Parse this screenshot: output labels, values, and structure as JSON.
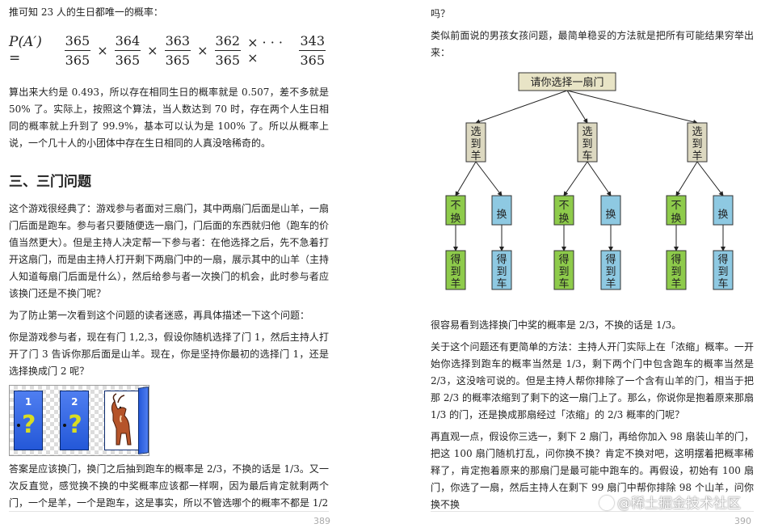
{
  "left_page": {
    "intro": "推可知 23 人的生日都唯一的概率：",
    "formula": {
      "lhs": "P(A′) =",
      "fractions": [
        {
          "num": "365",
          "den": "365"
        },
        {
          "num": "364",
          "den": "365"
        },
        {
          "num": "363",
          "den": "365"
        },
        {
          "num": "362",
          "den": "365"
        },
        {
          "num": "343",
          "den": "365"
        }
      ],
      "times": "×",
      "ellipsis": "× · · · ×"
    },
    "para1": "算出来大约是 0.493，所以存在相同生日的概率就是 0.507，差不多就是 50% 了。实际上，按照这个算法，当人数达到 70 时，存在两个人生日相同的概率就上升到了 99.9%，基本可以认为是 100% 了。所以从概率上说，一个几十人的小团体中存在生日相同的人真没啥稀奇的。",
    "heading": "三、三门问题",
    "para2": "这个游戏很经典了：游戏参与者面对三扇门，其中两扇门后面是山羊，一扇门后面是跑车。参与者只要随便选一扇门，门后面的东西就归他（跑车的价值当然更大）。但是主持人决定帮一下参与者：在他选择之后，先不急着打开这扇门，而是由主持人打开剩下两扇门中的一扇，展示其中的山羊（主持人知道每扇门后面是什么），然后给参与者一次换门的机会，此时参与者应该换门还是不换门呢？",
    "para3": "为了防止第一次看到这个问题的读者迷惑，再具体描述一下这个问题：",
    "para4": "你是游戏参与者，现在有门 1,2,3，假设你随机选择了门 1，然后主持人打开了门 3 告诉你那后面是山羊。现在，你是坚持你最初的选择门 1，还是选择换成门 2 呢？",
    "doors": {
      "door1": "1",
      "door2": "2",
      "mark": "?"
    },
    "para5": "答案是应该换门，换门之后抽到跑车的概率是 2/3，不换的话是 1/3。又一次反直觉，感觉换不换的中奖概率应该都一样啊，因为最后肯定就剩两个门，一个是羊，一个是跑车，这是事实，所以不管选哪个的概率不都是 1/2",
    "page_number": "389"
  },
  "right_page": {
    "top_line": "吗？",
    "para1": "类似前面说的男孩女孩问题，最简单稳妥的方法就是把所有可能结果穷举出来：",
    "tree": {
      "root": "请你选择一扇门",
      "level1": [
        "选到羊",
        "选到车",
        "选到羊"
      ],
      "level2": [
        "不换",
        "换",
        "不换",
        "换",
        "不换",
        "换"
      ],
      "level3": [
        "得到羊",
        "得到车",
        "得到车",
        "得到羊",
        "得到羊",
        "得到车"
      ],
      "colors": {
        "root": "#e8e4c6",
        "level1": "#dcd8c0",
        "stay": "#8ecb4b",
        "swap": "#8ec9e2",
        "border": "#333333"
      }
    },
    "para2": "很容易看到选择换门中奖的概率是 2/3，不换的话是 1/3。",
    "para3": "关于这个问题还有更简单的方法：主持人开门实际上在「浓缩」概率。一开始你选择到跑车的概率当然是 1/3，剩下两个门中包含跑车的概率当然是 2/3，这没啥可说的。但是主持人帮你排除了一个含有山羊的门，相当于把那 2/3 的概率浓缩到了剩下的这一扇门上了。那么，你说你是抱着原来那扇 1/3 的门，还是换成那扇经过「浓缩」的 2/3 概率的门呢？",
    "para4": "再直观一点，假设你三选一，剩下 2 扇门，再给你加入 98 扇装山羊的门，把这 100 扇门随机打乱，问你换不换？肯定不换对吧，这明摆着把概率稀释了，肯定抱着原来的那扇门是最可能中跑车的。再假设，初始有 100 扇门，你选了一扇，然后主持人在剩下 99 扇门中帮你排除 98 个山羊，问你换不换",
    "page_number": "390",
    "watermark": "@稀土掘金技术社区"
  }
}
